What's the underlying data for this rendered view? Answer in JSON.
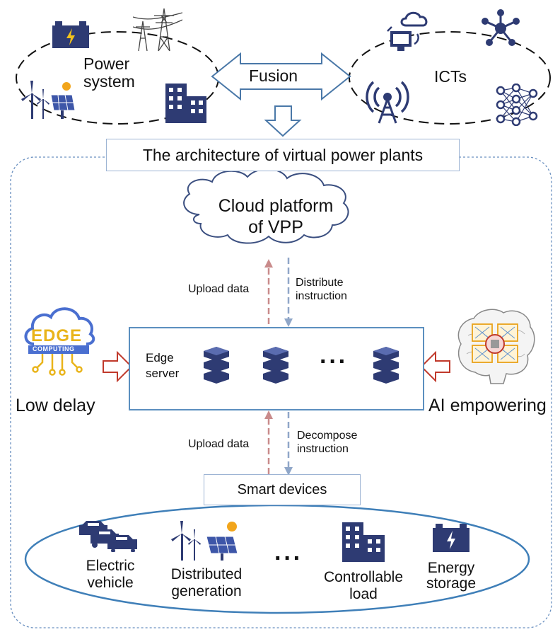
{
  "top": {
    "power_system": "Power\nsystem",
    "fusion": "Fusion",
    "icts": "ICTs"
  },
  "architecture_title": "The architecture of virtual power plants",
  "cloud": {
    "label": "Cloud platform\nof VPP"
  },
  "upper_links": {
    "upload": "Upload data",
    "distribute": "Distribute\ninstruction"
  },
  "edge": {
    "label": "Edge\nserver",
    "ellipsis": "···"
  },
  "left_feature": {
    "logo_top": "EDGE",
    "logo_bottom": "COMPUTING",
    "label": "Low delay"
  },
  "right_feature": {
    "label": "AI empowering"
  },
  "lower_links": {
    "upload": "Upload data",
    "decompose": "Decompose\ninstruction"
  },
  "smart_devices": "Smart devices",
  "devices": {
    "ev": "Electric\nvehicle",
    "dg": "Distributed\ngeneration",
    "ellipsis": "···",
    "load": "Controllable\nload",
    "storage": "Energy\nstorage"
  },
  "colors": {
    "icon": "#2e3b73",
    "frame": "#5b8fbf",
    "upload_arrow": "#c98b8b",
    "instruction_arrow": "#8fa6c8",
    "side_arrow": "#c0392b"
  }
}
